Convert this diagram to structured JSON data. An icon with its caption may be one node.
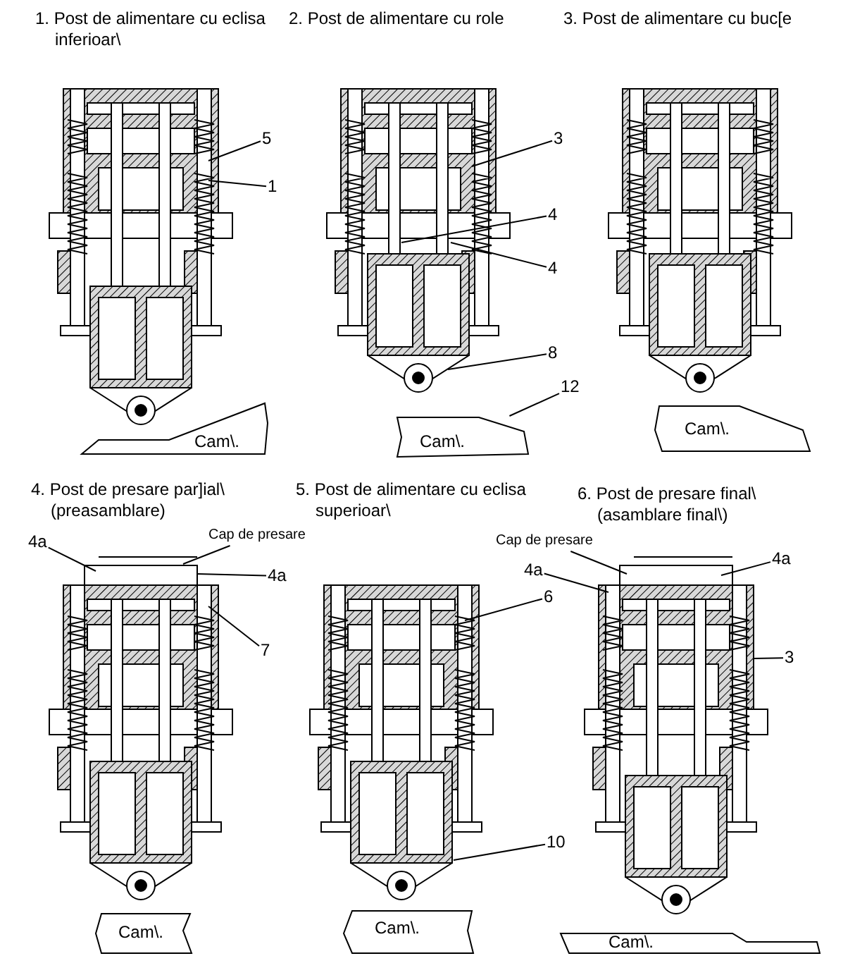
{
  "diagram": {
    "nodes": [
      {
        "text": [
          "5"
        ]
      },
      {
        "text": [
          "1"
        ]
      },
      {
        "text": [
          "3"
        ]
      },
      {
        "text": [
          "4"
        ]
      },
      {
        "text": [
          "4"
        ]
      },
      {
        "text": [
          "8"
        ]
      },
      {
        "text": [
          "12"
        ]
      },
      {
        "text": [
          "4a"
        ]
      },
      {
        "text": [
          "Cap de presare"
        ]
      },
      {
        "text": [
          "4a"
        ]
      },
      {
        "text": [
          "7"
        ]
      },
      {
        "text": [
          "6"
        ]
      },
      {
        "text": [
          "10"
        ]
      },
      {
        "text": [
          "Cap de presare"
        ]
      },
      {
        "text": [
          "4a"
        ]
      },
      {
        "text": [
          "4a"
        ]
      },
      {
        "text": [
          "3"
        ]
      },
      {
        "text": [
          "Cam\\."
        ]
      }
    ],
    "edges": [
      {
        "from": 0,
        "to": null,
        "arrow": "none"
      },
      {
        "from": 1,
        "to": null,
        "arrow": "none"
      },
      {
        "from": 2,
        "to": null,
        "arrow": "none"
      },
      {
        "from": 3,
        "to": null,
        "arrow": "none"
      },
      {
        "from": 4,
        "to": null,
        "arrow": "none"
      },
      {
        "from": 5,
        "to": null,
        "arrow": "none"
      },
      {
        "from": 6,
        "to": 17,
        "arrow": "none"
      },
      {
        "from": 7,
        "to": null,
        "arrow": "none"
      },
      {
        "from": 8,
        "to": null,
        "arrow": "none"
      },
      {
        "from": 9,
        "to": null,
        "arrow": "none"
      },
      {
        "from": 10,
        "to": null,
        "arrow": "none"
      },
      {
        "from": 11,
        "to": null,
        "arrow": "none"
      },
      {
        "from": 12,
        "to": null,
        "arrow": "none"
      },
      {
        "from": 13,
        "to": null,
        "arrow": "none"
      },
      {
        "from": 14,
        "to": null,
        "arrow": "none"
      },
      {
        "from": 15,
        "to": null,
        "arrow": "none"
      },
      {
        "from": 16,
        "to": null,
        "arrow": "none"
      }
    ],
    "labels": [
      "1. Post de alimentare cu eclisa inferioar\\",
      "2. Post de alimentare cu role",
      "3. Post de alimentare cu buc[e",
      "Cam\\.",
      "Cam\\.",
      "4. Post de presare par]ial\\ (preasamblare)",
      "5. Post de alimentare cu eclisa superioar\\",
      "6. Post de presare final\\ (asamblare final\\)",
      "Cam\\.",
      "Cam\\.",
      "Cam\\."
    ]
  }
}
